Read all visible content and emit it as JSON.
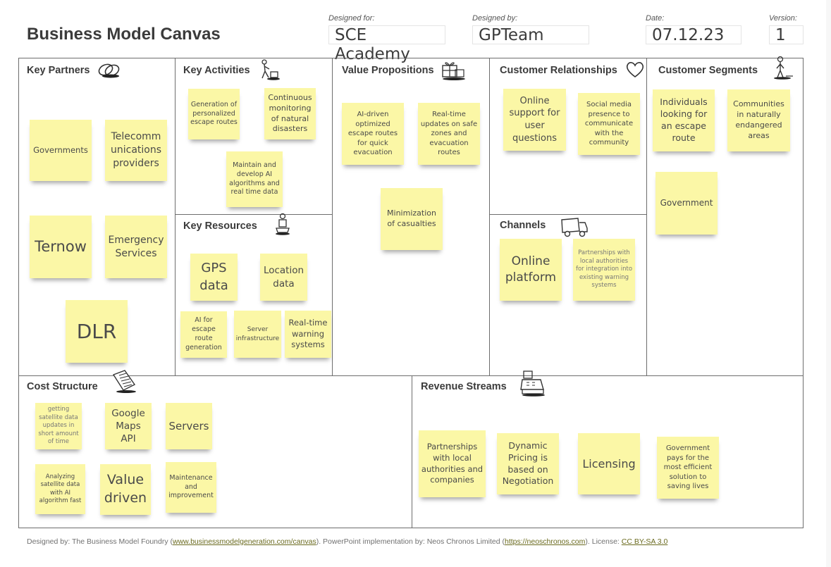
{
  "header": {
    "title": "Business Model Canvas",
    "designed_for_label": "Designed for:",
    "designed_for": "SCE Academy",
    "designed_by_label": "Designed by:",
    "designed_by": "GPTeam",
    "date_label": "Date:",
    "date": "07.12.23",
    "version_label": "Version:",
    "version": "1"
  },
  "sections": {
    "key_partners": "Key Partners",
    "key_activities": "Key Activities",
    "key_resources": "Key Resources",
    "value_propositions": "Value Propositions",
    "customer_relationships": "Customer Relationships",
    "channels": "Channels",
    "customer_segments": "Customer Segments",
    "cost_structure": "Cost Structure",
    "revenue_streams": "Revenue Streams"
  },
  "notes": {
    "kp_governments": "Governments",
    "kp_telecom": "Telecomm unications providers",
    "kp_ternow": "Ternow",
    "kp_emergency": "Emergency Services",
    "kp_dlr": "DLR",
    "ka_generation": "Generation of personalized escape routes",
    "ka_monitoring": "Continuous monitoring of natural disasters",
    "ka_maintain": "Maintain and develop AI algorithms and real time data",
    "kr_gps": "GPS data",
    "kr_location": "Location data",
    "kr_ai": "AI for escape route generation",
    "kr_server": "Server infrastructure",
    "kr_warning": "Real-time warning systems",
    "vp_ai": "AI-driven optimized escape routes for quick evacuation",
    "vp_realtime": "Real-time updates on safe zones and evacuation routes",
    "vp_minimization": "Minimization of casualties",
    "cr_online": "Online support for user questions",
    "cr_social": "Social media presence to communicate with the community",
    "ch_online": "Online platform",
    "ch_partnerships": "Partnerships with local authorities for integration into existing warning systems",
    "cs_individuals": "Individuals looking for an escape route",
    "cs_communities": "Communities in naturally endangered areas",
    "cs_government": "Government",
    "cost_satellite": "getting satellite data updates in short amount of time",
    "cost_maps": "Google Maps API",
    "cost_servers": "Servers",
    "cost_analyzing": "Analyzing satellite data with AI algorithm fast",
    "cost_value": "Value driven",
    "cost_maintenance": "Maintenance and improvement",
    "rev_partnerships": "Partnerships with local authorities and companies",
    "rev_pricing": "Dynamic Pricing is based on Negotiation",
    "rev_licensing": "Licensing",
    "rev_government": "Government pays for the most efficient solution to saving lives"
  },
  "footer": {
    "text1": "Designed by: The Business Model Foundry (",
    "link1": "www.businessmodelgeneration.com/canvas",
    "text2": "). PowerPoint implementation by: Neos Chronos Limited (",
    "link2": "https://neoschronos.com",
    "text3": "). License: ",
    "link3": "CC BY-SA 3.0"
  },
  "icons": {
    "key_partners": "chain-link-icon",
    "key_activities": "person-working-icon",
    "key_resources": "worker-with-cart-icon",
    "value_propositions": "gift-icon",
    "customer_relationships": "heart-icon",
    "channels": "delivery-truck-icon",
    "customer_segments": "person-icon",
    "cost_structure": "price-tag-icon",
    "revenue_streams": "cash-register-icon"
  },
  "colors": {
    "sticky_note": "#fbf7a6",
    "border": "#6d6d6d"
  }
}
